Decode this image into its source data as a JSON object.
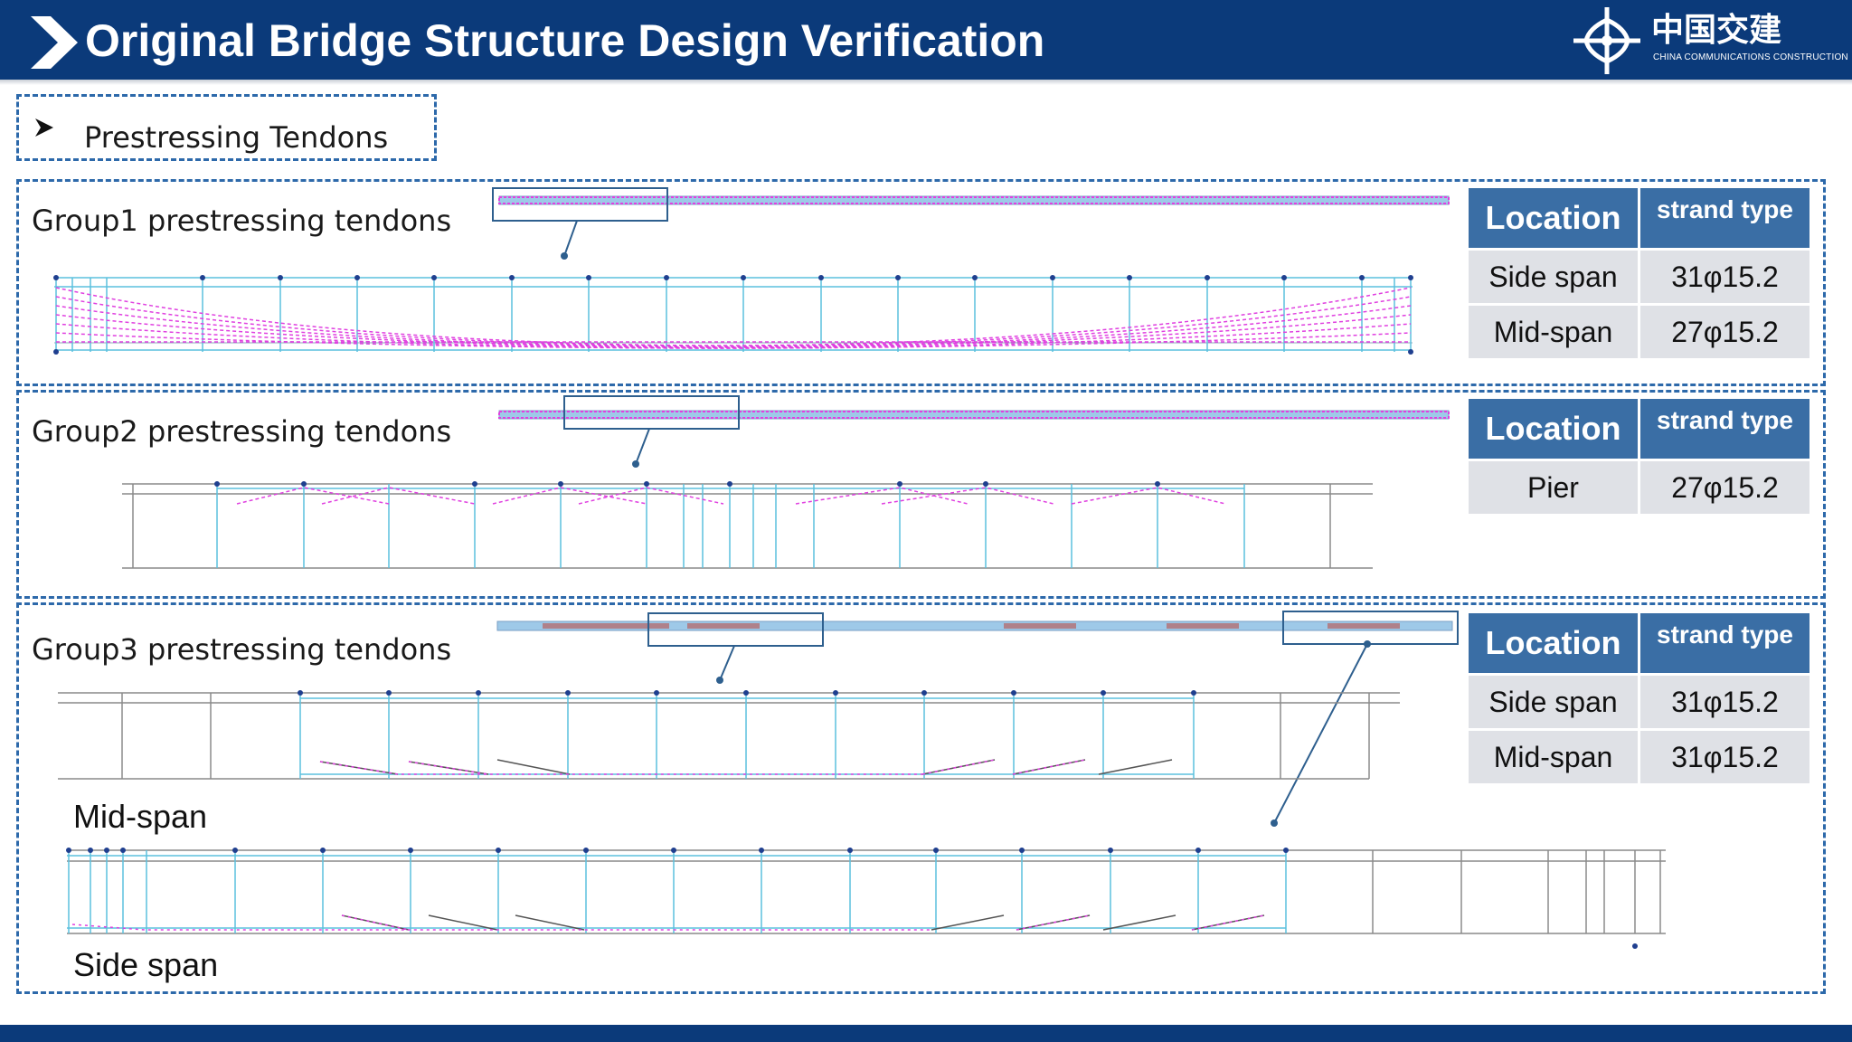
{
  "header": {
    "title": "Original Bridge Structure Design Verification",
    "logo_cn": "中国交建",
    "logo_en": "CHINA COMMUNICATIONS CONSTRUCTION",
    "chevron_icon": "chevron-right-icon",
    "background_color": "#0b3a7a"
  },
  "subsection": {
    "label": "Prestressing Tendons",
    "bullet_icon": "arrowhead-bullet-icon"
  },
  "groups": [
    {
      "title": "Group1 prestressing tendons",
      "table": {
        "headers": [
          "Location",
          "strand type"
        ],
        "rows": [
          [
            "Side span",
            "31φ15.2"
          ],
          [
            "Mid-span",
            "27φ15.2"
          ]
        ]
      }
    },
    {
      "title": "Group2 prestressing tendons",
      "table": {
        "headers": [
          "Location",
          "strand type"
        ],
        "rows": [
          [
            "Pier",
            "27φ15.2"
          ]
        ]
      }
    },
    {
      "title": "Group3 prestressing tendons",
      "span_labels": [
        "Mid-span",
        "Side span"
      ],
      "table": {
        "headers": [
          "Location",
          "strand type"
        ],
        "rows": [
          [
            "Side span",
            "31φ15.2"
          ],
          [
            "Mid-span",
            "31φ15.2"
          ]
        ]
      }
    }
  ],
  "colors": {
    "accent_blue": "#2d69aa",
    "table_header": "#3a6ea5",
    "table_cell": "#dfe1e6",
    "tendon": "#e040e0",
    "girder_line": "#5bc0de"
  }
}
